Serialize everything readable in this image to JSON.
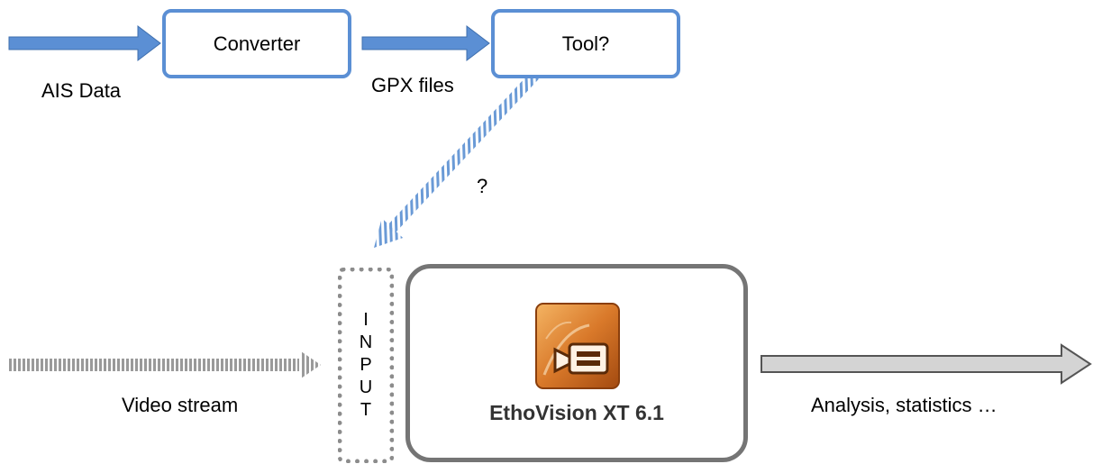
{
  "boxes": {
    "converter": "Converter",
    "tool": "Tool?"
  },
  "labels": {
    "ais_data": "AIS Data",
    "gpx_files": "GPX files",
    "question": "?",
    "video_stream": "Video stream",
    "analysis": "Analysis, statistics …"
  },
  "input_letters": [
    "I",
    "N",
    "P",
    "U",
    "T"
  ],
  "main": {
    "title": "EthoVision XT 6.1",
    "logo_icon": "ethovision-camera-icon"
  },
  "colors": {
    "blue": "#5b8fd4",
    "arrow_blue": "#4f81bd",
    "gray_border": "#757575",
    "orange": "#c8651b"
  }
}
